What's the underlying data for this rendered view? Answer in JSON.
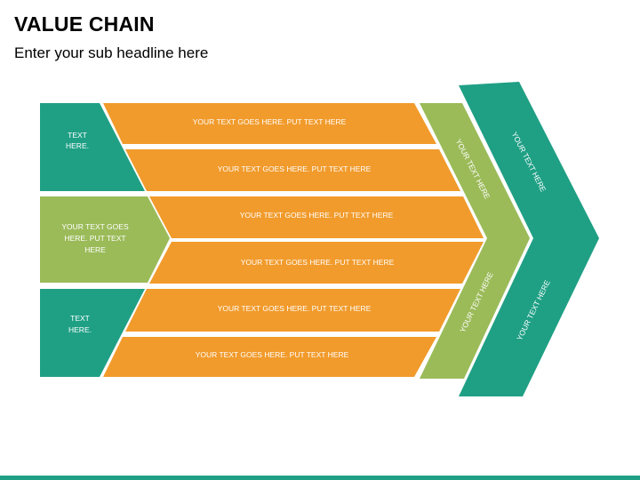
{
  "page": {
    "title": "VALUE CHAIN",
    "subtitle": "Enter your sub headline here"
  },
  "colors": {
    "teal": "#1fa085",
    "lime": "#9bbb59",
    "orange": "#f19b2c",
    "text_on_shape": "#ffffff",
    "bottom_bar": "#1fa085"
  },
  "left_blocks": {
    "top": [
      "TEXT",
      "HERE."
    ],
    "middle": [
      "YOUR TEXT GOES",
      "HERE. PUT TEXT",
      "HERE"
    ],
    "bottom": [
      "TEXT",
      "HERE."
    ]
  },
  "rows": [
    "YOUR TEXT GOES HERE. PUT TEXT HERE",
    "YOUR TEXT GOES HERE. PUT TEXT HERE",
    "YOUR TEXT GOES HERE. PUT TEXT HERE",
    "YOUR TEXT GOES HERE. PUT TEXT HERE",
    "YOUR TEXT GOES HERE. PUT TEXT HERE",
    "YOUR TEXT GOES HERE. PUT TEXT HERE"
  ],
  "chevron_green": {
    "upper_text": "YOUR TEXT HERE",
    "lower_text": "YOUR TEXT HERE"
  },
  "chevron_teal": {
    "upper_text": "YOUR TEXT HERE",
    "lower_text": "YOUR TEXT HERE"
  }
}
